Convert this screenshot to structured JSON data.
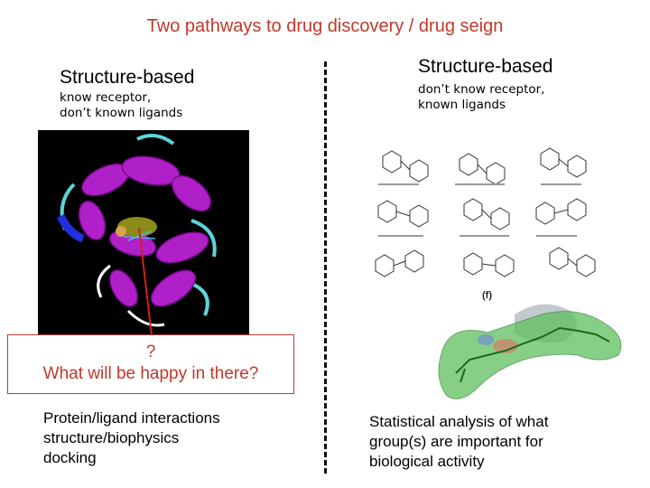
{
  "title": "Two pathways to drug discovery / drug seign",
  "left": {
    "heading": "Structure-based",
    "sub_lines": [
      "know receptor,",
      "don’t known ligands"
    ],
    "question_lines": [
      "?",
      "What will be happy in there?"
    ],
    "bottom_lines": [
      "Protein/ligand interactions",
      "structure/biophysics",
      "docking"
    ]
  },
  "right": {
    "heading": "Structure-based",
    "sub_lines": [
      "don’t know receptor,",
      "known ligands"
    ],
    "panel_label": "(f)",
    "bottom_lines": [
      "Statistical analysis of what",
      "group(s) are important for",
      "biological activity"
    ]
  },
  "colors": {
    "title": "#c0392b",
    "question": "#c0392b",
    "protein_helix": "#b020c8",
    "protein_background": "#000000",
    "pocket_ligand": "#8b8b1a",
    "surface_green": "#5fbf5f"
  },
  "icons": {
    "protein": "protein-ribbon-structure-image",
    "ligands": "chemical-structure-grid-image",
    "surface": "molecular-surface-image"
  }
}
